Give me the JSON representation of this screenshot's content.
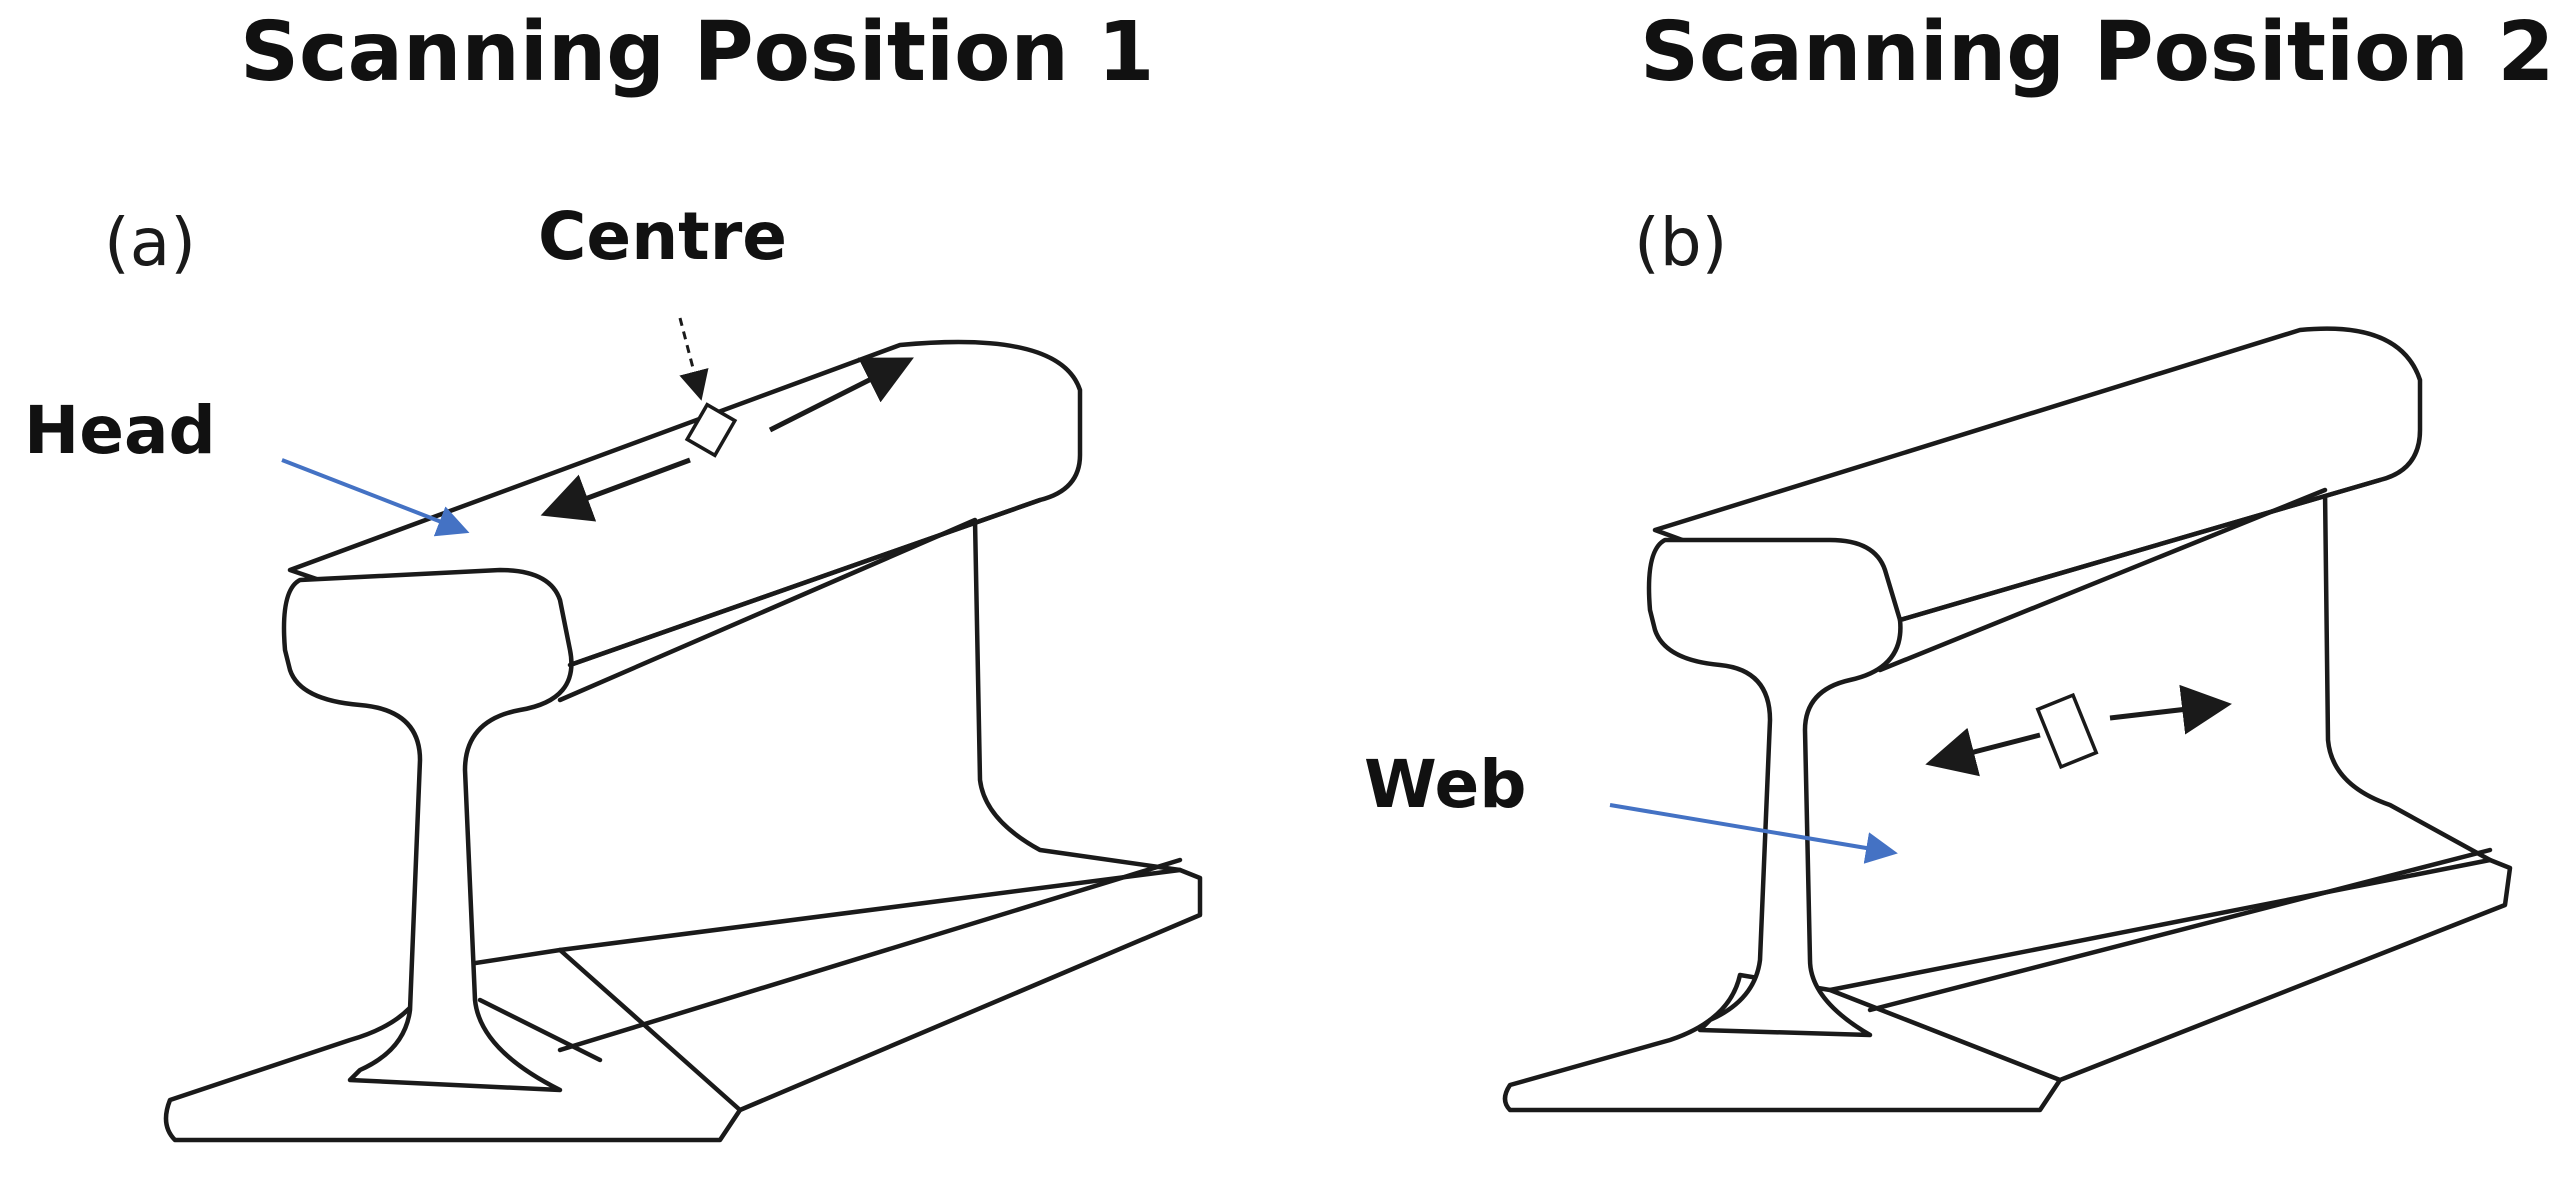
{
  "figure": {
    "panel_1": {
      "title": "Scanning Position 1",
      "label": "(a)",
      "callouts": {
        "centre": "Centre",
        "head": "Head"
      }
    },
    "panel_2": {
      "title": "Scanning Position 2",
      "label": "(b)",
      "callouts": {
        "web": "Web"
      }
    }
  },
  "colors": {
    "line": "#1a1a1a",
    "pointer_arrow": "#4472c4",
    "background": "#ffffff"
  }
}
